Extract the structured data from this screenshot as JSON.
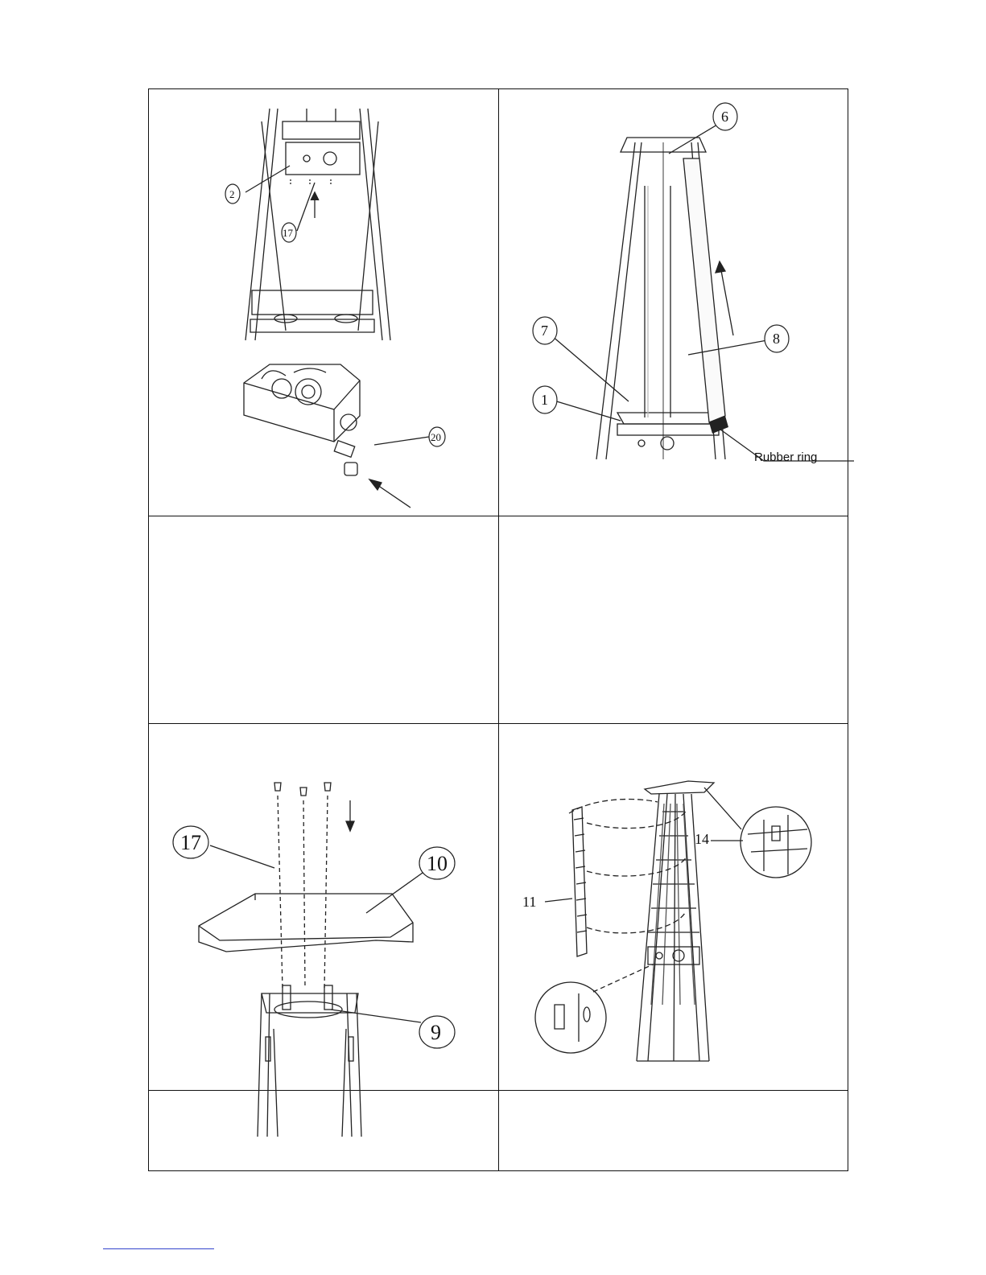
{
  "panels": {
    "control_box": {
      "callouts": [
        "2",
        "17",
        "20"
      ]
    },
    "glass_tube": {
      "callouts": [
        "6",
        "7",
        "1",
        "8"
      ],
      "rubber_ring_label": "Rubber ring"
    },
    "reflector": {
      "callouts": [
        "17",
        "10",
        "9"
      ]
    },
    "guards": {
      "callouts": [
        "14",
        "11"
      ]
    }
  }
}
